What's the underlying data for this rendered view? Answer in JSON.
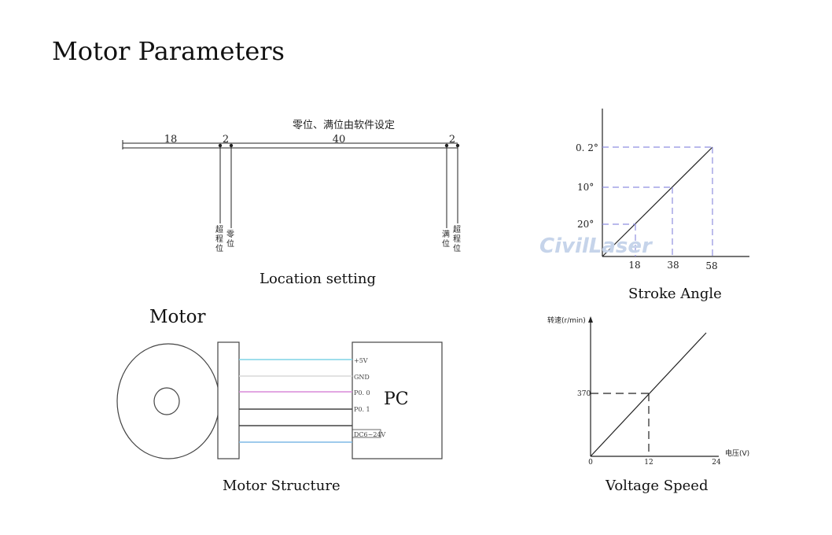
{
  "page": {
    "title": "Motor Parameters"
  },
  "location": {
    "caption": "Location setting",
    "note": "零位、满位由软件设定",
    "dims": [
      "18",
      "2",
      "40",
      "2"
    ],
    "labels": {
      "over_left": "超程位",
      "zero": "零位",
      "full": "满位",
      "over_right": "超程位"
    }
  },
  "stroke": {
    "caption": "Stroke Angle",
    "watermark": "CivilLaser",
    "y_ticks": [
      "0. 2°",
      "10°",
      "20°"
    ],
    "x_ticks": [
      "18",
      "38",
      "58"
    ]
  },
  "structure": {
    "motor_label": "Motor",
    "pc_label": "PC",
    "caption": "Motor Structure",
    "pins": [
      "+5V",
      "GND",
      "P0. 0",
      "P0. 1",
      "DC6~24V"
    ],
    "wire_colors": [
      "#7fd4e6",
      "#d8d8d8",
      "#d98ad8",
      "#444444",
      "#444444",
      "#7fb8e6"
    ]
  },
  "voltage": {
    "caption": "Voltage Speed",
    "ylabel": "转速(r/min)",
    "xlabel": "电压(V)",
    "y_tick": "370",
    "x_ticks": [
      "0",
      "12",
      "24"
    ]
  }
}
